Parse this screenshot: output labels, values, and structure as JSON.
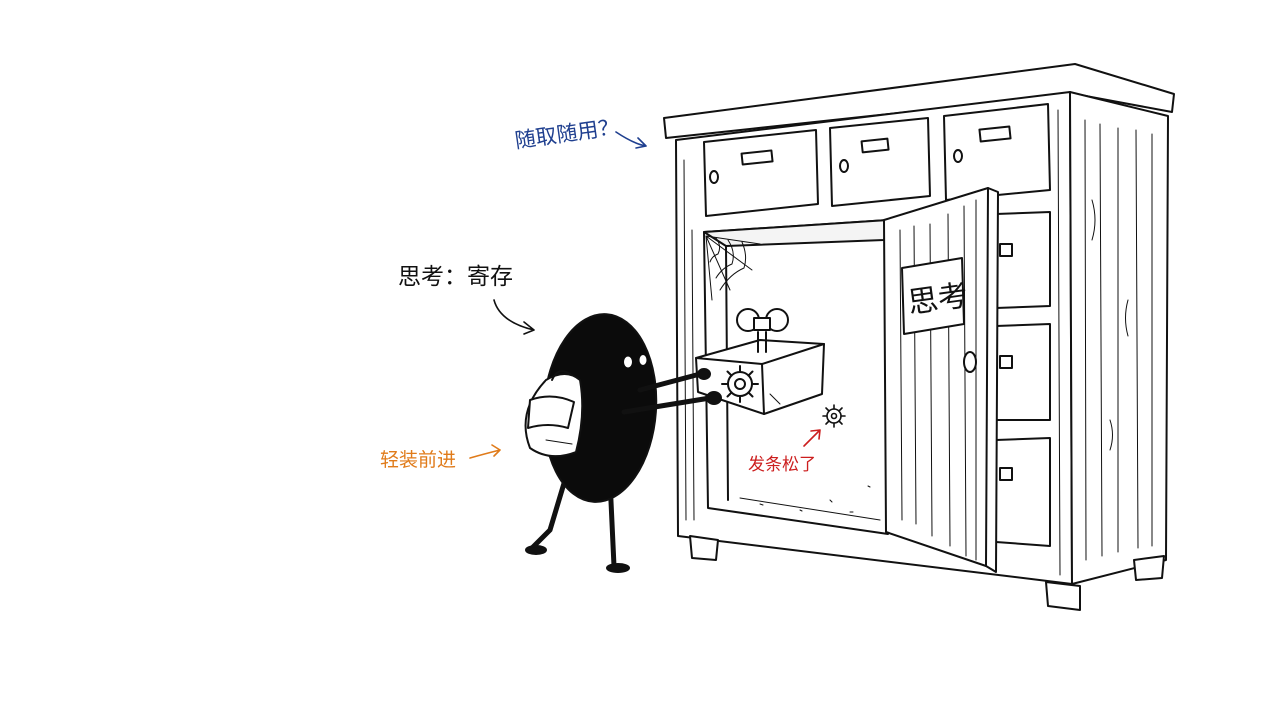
{
  "annotations": {
    "question": {
      "text": "随取随用？",
      "color": "#1f3f8f"
    },
    "thinking_deposit": {
      "text": "思考：寄存",
      "color": "#111111"
    },
    "travel_light": {
      "text": "轻装前进",
      "color": "#e07b1a"
    },
    "spring_loose": {
      "text": "发条松了",
      "color": "#cc1e1e"
    }
  },
  "door_label": {
    "text": "思考"
  },
  "icons": [
    "wind-up-key-icon",
    "gear-icon",
    "small-gear-icon",
    "backpack-icon",
    "spider-web-icon"
  ]
}
